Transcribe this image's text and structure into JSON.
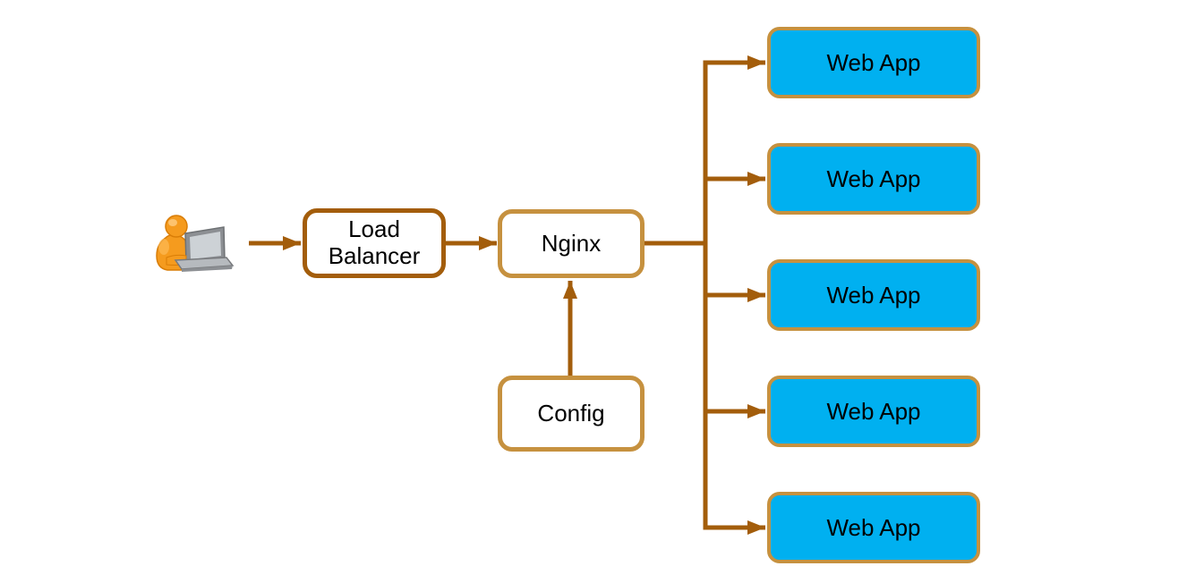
{
  "nodes": {
    "user": {
      "icon": "user-with-laptop-icon"
    },
    "load_balancer": {
      "label": "Load Balancer"
    },
    "nginx": {
      "label": "Nginx"
    },
    "config": {
      "label": "Config"
    },
    "web_apps": [
      {
        "label": "Web App"
      },
      {
        "label": "Web App"
      },
      {
        "label": "Web App"
      },
      {
        "label": "Web App"
      },
      {
        "label": "Web App"
      }
    ]
  },
  "colors": {
    "connector": "#A35D0B",
    "node_border_dark": "#A35D0B",
    "node_border_light": "#C6913F",
    "web_app_fill": "#00B0F0",
    "text": "#000000",
    "background": "#FFFFFF",
    "user_icon_orange": "#F59B1E",
    "laptop_gray": "#B6BABE"
  }
}
